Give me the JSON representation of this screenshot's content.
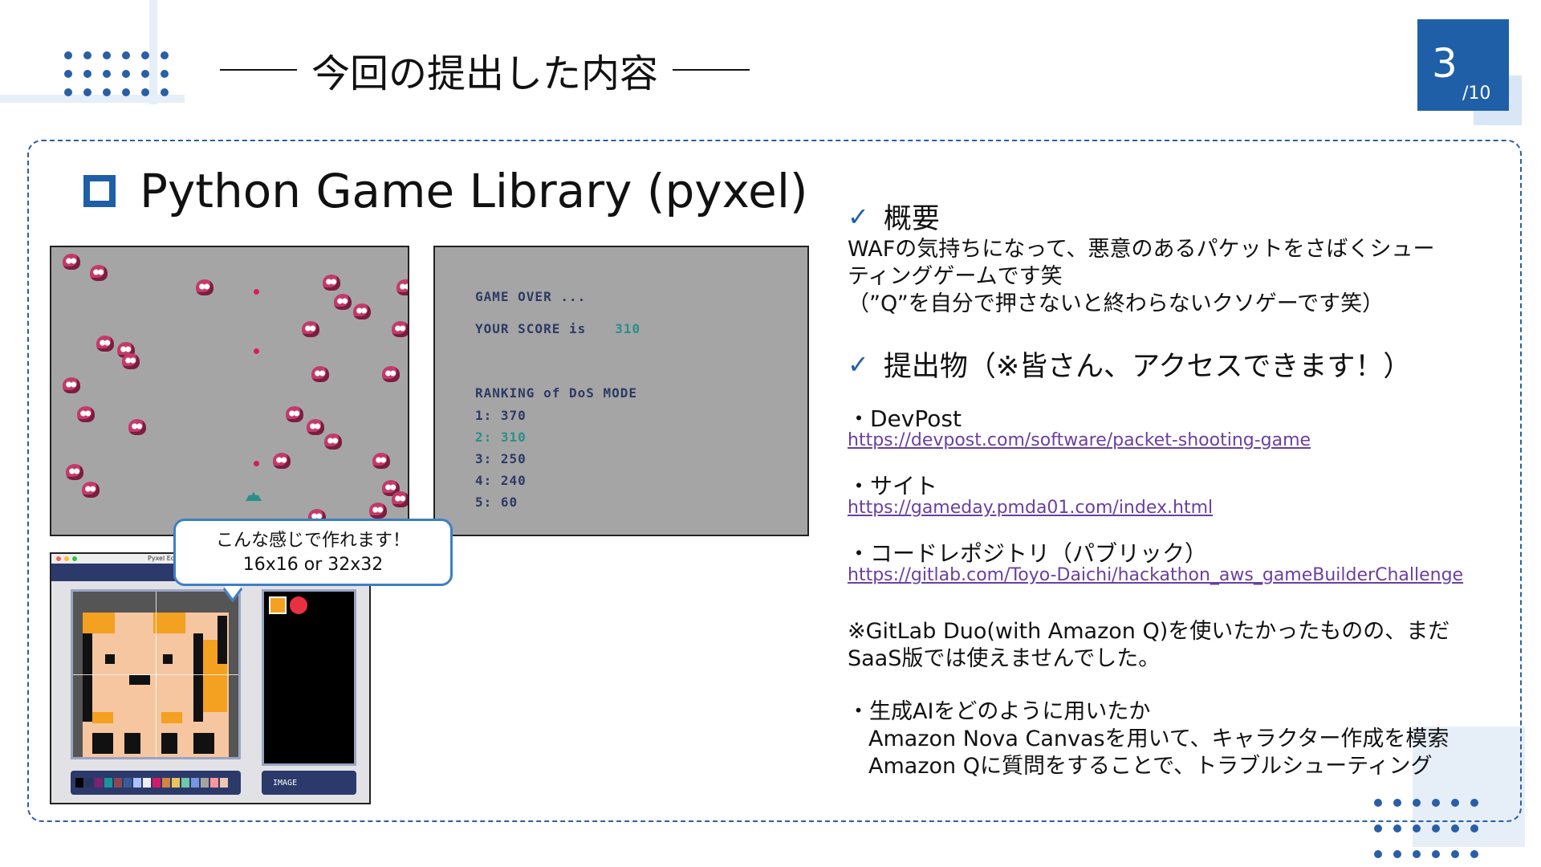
{
  "header": {
    "title": "今回の提出した内容",
    "page_number": "3",
    "page_total": "/10"
  },
  "section": {
    "title": "Python Game Library (pyxel)"
  },
  "game_over_screen": {
    "line1": "GAME OVER ...",
    "score_label": "YOUR SCORE is",
    "score_value": "310",
    "ranking_title": "RANKING of DoS MODE",
    "ranking": [
      "1: 370",
      "2: 310",
      "3: 250",
      "4: 240",
      "5: 60"
    ]
  },
  "editor": {
    "window_title": "Pyxel Editor - /Users/chc.meo",
    "image_label": "IMAGE"
  },
  "bubble": {
    "line1": "こんな感じで作れます！",
    "line2": "16x16 or 32x32"
  },
  "overview": {
    "heading": "概要",
    "line1": "WAFの気持ちになって、悪意のあるパケットをさばくシュー",
    "line2": "ティングゲームです笑",
    "line3": "（”Q”を自分で押さないと終わらないクソゲーです笑）"
  },
  "submission": {
    "heading": "提出物（※皆さん、アクセスできます！）",
    "items": [
      {
        "label": "・DevPost",
        "url": "https://devpost.com/software/packet-shooting-game"
      },
      {
        "label": "・サイト",
        "url": "https://gameday.pmda01.com/index.html"
      },
      {
        "label": "・コードレポジトリ（パブリック）",
        "url": "https://gitlab.com/Toyo-Daichi/hackathon_aws_gameBuilderChallenge"
      }
    ],
    "note_line1": "※GitLab Duo(with Amazon Q)を使いたかったものの、まだ",
    "note_line2": "SaaS版では使えませんでした。",
    "ai_heading": "・生成AIをどのように用いたか",
    "ai_line1": "Amazon Nova Canvasを用いて、キャラクター作成を模索",
    "ai_line2": "Amazon Qに質問をすることで、トラブルシューティング"
  },
  "colors": {
    "accent": "#1f5fa8",
    "link": "#6b3fa0",
    "game_bg": "#a5a5a5"
  }
}
